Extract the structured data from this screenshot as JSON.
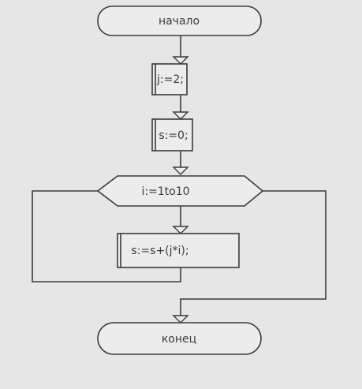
{
  "flowchart": {
    "start": {
      "label": "начало"
    },
    "init_j": {
      "label": "j:=2;"
    },
    "init_s": {
      "label": "s:=0;"
    },
    "loop": {
      "label": "i:=1to10"
    },
    "body": {
      "label": "s:=s+(j*i);"
    },
    "end": {
      "label": "конец"
    }
  }
}
